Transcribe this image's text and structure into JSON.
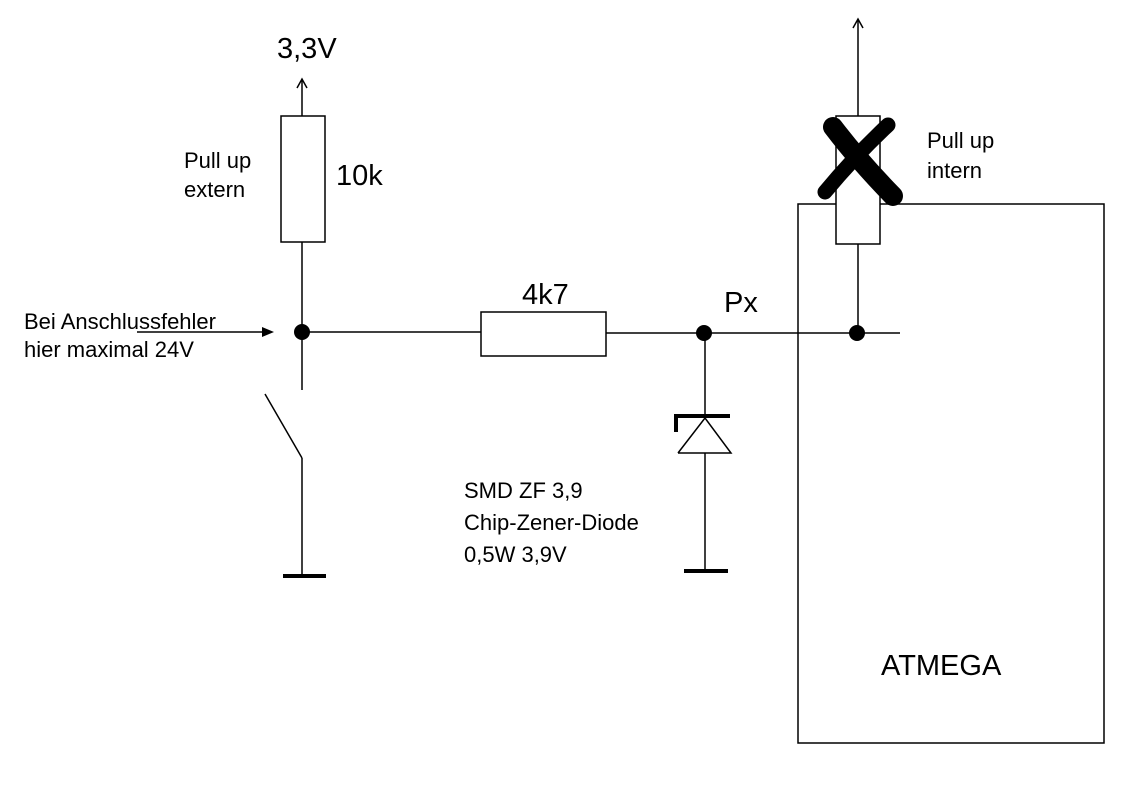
{
  "labels": {
    "supply_voltage": "3,3V",
    "pullup_extern_line1": "Pull up",
    "pullup_extern_line2": "extern",
    "r_pullup_value": "10k",
    "fault_note_line1": "Bei Anschlussfehler",
    "fault_note_line2": "hier maximal 24V",
    "r_series_value": "4k7",
    "pin_name": "Px",
    "pullup_intern_line1": "Pull up",
    "pullup_intern_line2": "intern",
    "zener_line1": "SMD ZF 3,9",
    "zener_line2": "Chip-Zener-Diode",
    "zener_line3": "0,5W 3,9V",
    "mcu_name": "ATMEGA"
  },
  "colors": {
    "ink": "#000000",
    "paper": "#ffffff"
  },
  "icons": {
    "supply": "arrow-up-icon",
    "ground": "ground-symbol-icon",
    "disabled": "cross-mark-icon"
  }
}
